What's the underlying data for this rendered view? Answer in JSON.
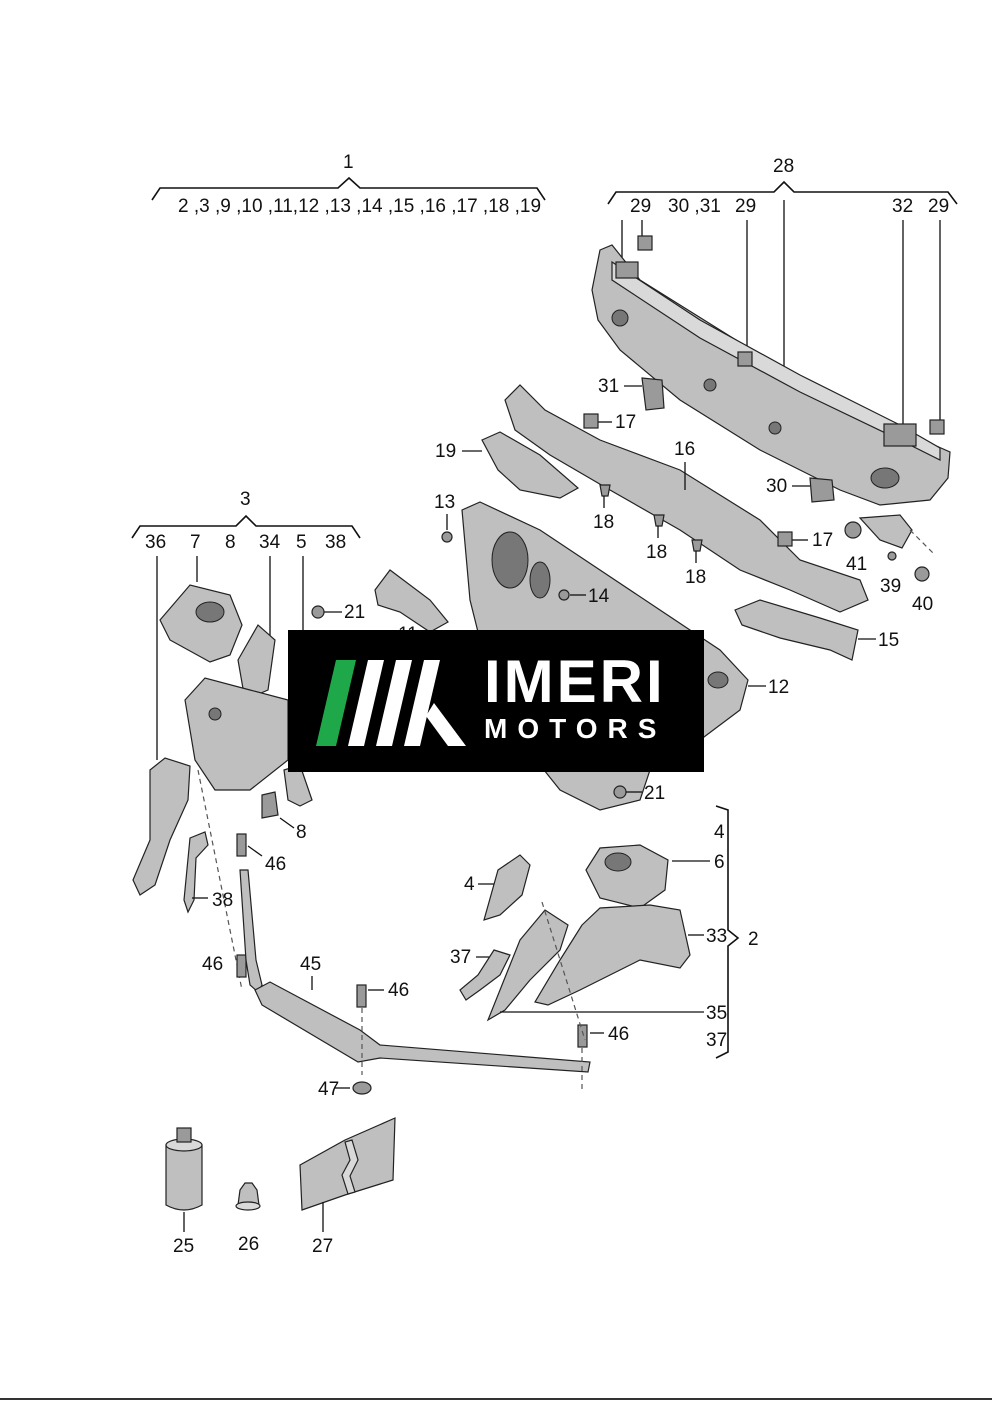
{
  "labels": {
    "l1": "1",
    "l1_sub": "2 ,3 ,9 ,10 ,11,12 ,13 ,14 ,15 ,16 ,17 ,18 ,19",
    "l28": "28",
    "l28_a": "29",
    "l28_b": "30 ,31",
    "l28_c": "29",
    "l28_d": "32",
    "l28_e": "29",
    "l3": "3",
    "l3_a": "36",
    "l3_b": "7",
    "l3_c": "8",
    "l3_d": "34",
    "l3_e": "5",
    "l3_f": "38",
    "p31": "31",
    "p17a": "17",
    "p19": "19",
    "p16": "16",
    "p30": "30",
    "p13": "13",
    "p18a": "18",
    "p18b": "18",
    "p18c": "18",
    "p17b": "17",
    "p41": "41",
    "p39": "39",
    "p40": "40",
    "p21a": "21",
    "p14": "14",
    "p11": "11",
    "p15": "15",
    "p12": "12",
    "p21b": "21",
    "p8": "8",
    "p46a": "46",
    "p38": "38",
    "p46b": "46",
    "p45": "45",
    "p46c": "46",
    "p46d": "46",
    "p47": "47",
    "p4a": "4",
    "p6": "6",
    "p4b": "4",
    "p33": "33",
    "p2": "2",
    "p37a": "37",
    "p35": "35",
    "p37b": "37",
    "p25": "25",
    "p26": "26",
    "p27": "27"
  },
  "watermark": {
    "line1": "IMERI",
    "line2": "MOTORS",
    "accent_color": "#1fa84a",
    "bg_color": "#000000"
  }
}
